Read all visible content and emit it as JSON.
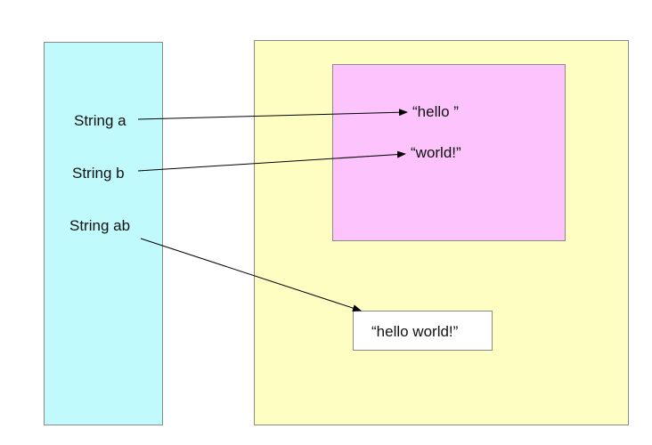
{
  "colors": {
    "stack": "#c0fafd",
    "heap": "#fefec3",
    "pool": "#fcc3fc",
    "object": "#ffffff"
  },
  "stack": {
    "vars": [
      "String a",
      "String b",
      "String ab"
    ]
  },
  "pool": {
    "literals": [
      "“hello ”",
      "“world!”"
    ]
  },
  "heap": {
    "object": "“hello world!”"
  }
}
